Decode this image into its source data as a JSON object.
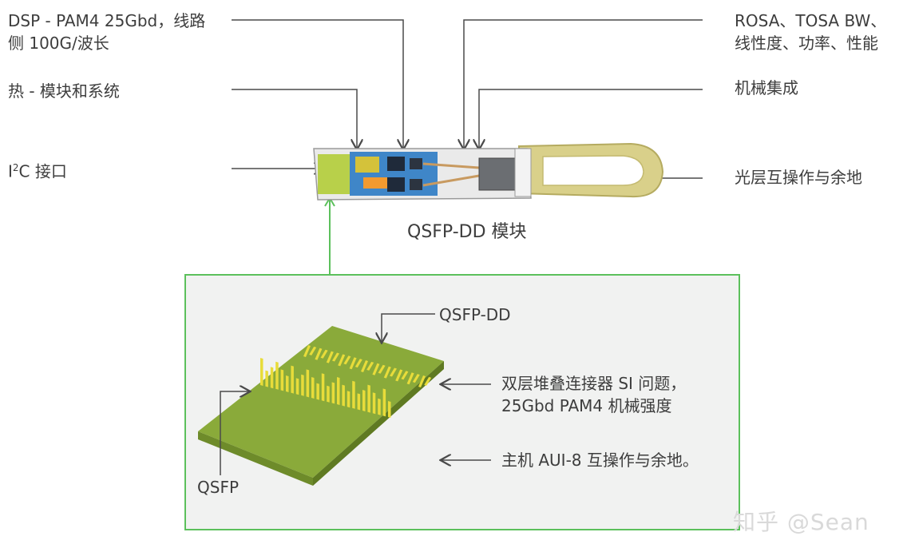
{
  "left_labels": {
    "dsp_line1": "DSP - PAM4 25Gbd，线路",
    "dsp_line2": "侧 100G/波长",
    "thermal": "热 - 模块和系统",
    "i2c_prefix": "I",
    "i2c_sup": "2",
    "i2c_suffix": "C 接口"
  },
  "right_labels": {
    "rosa_line1": "ROSA、TOSA BW、",
    "rosa_line2": "线性度、功率、性能",
    "mechanical": "机械集成",
    "optical_interop": "光层互操作与余地"
  },
  "module_caption": "QSFP-DD 模块",
  "detail": {
    "qsfp_dd": "QSFP-DD",
    "qsfp": "QSFP",
    "connector_line1": "双层堆叠连接器 SI 问题，",
    "connector_line2": "25Gbd PAM4 机械强度",
    "host_interop": "主机 AUI-8 互操作与余地。"
  },
  "watermark": "知乎 @Sean",
  "colors": {
    "leader": "#4a4a4a",
    "box_border": "#5cc05c",
    "box_fill": "#f1f2f1",
    "pcb": "#8aaa3a",
    "pins": "#e8dc3a",
    "pull_tab": "#d9d08a"
  }
}
